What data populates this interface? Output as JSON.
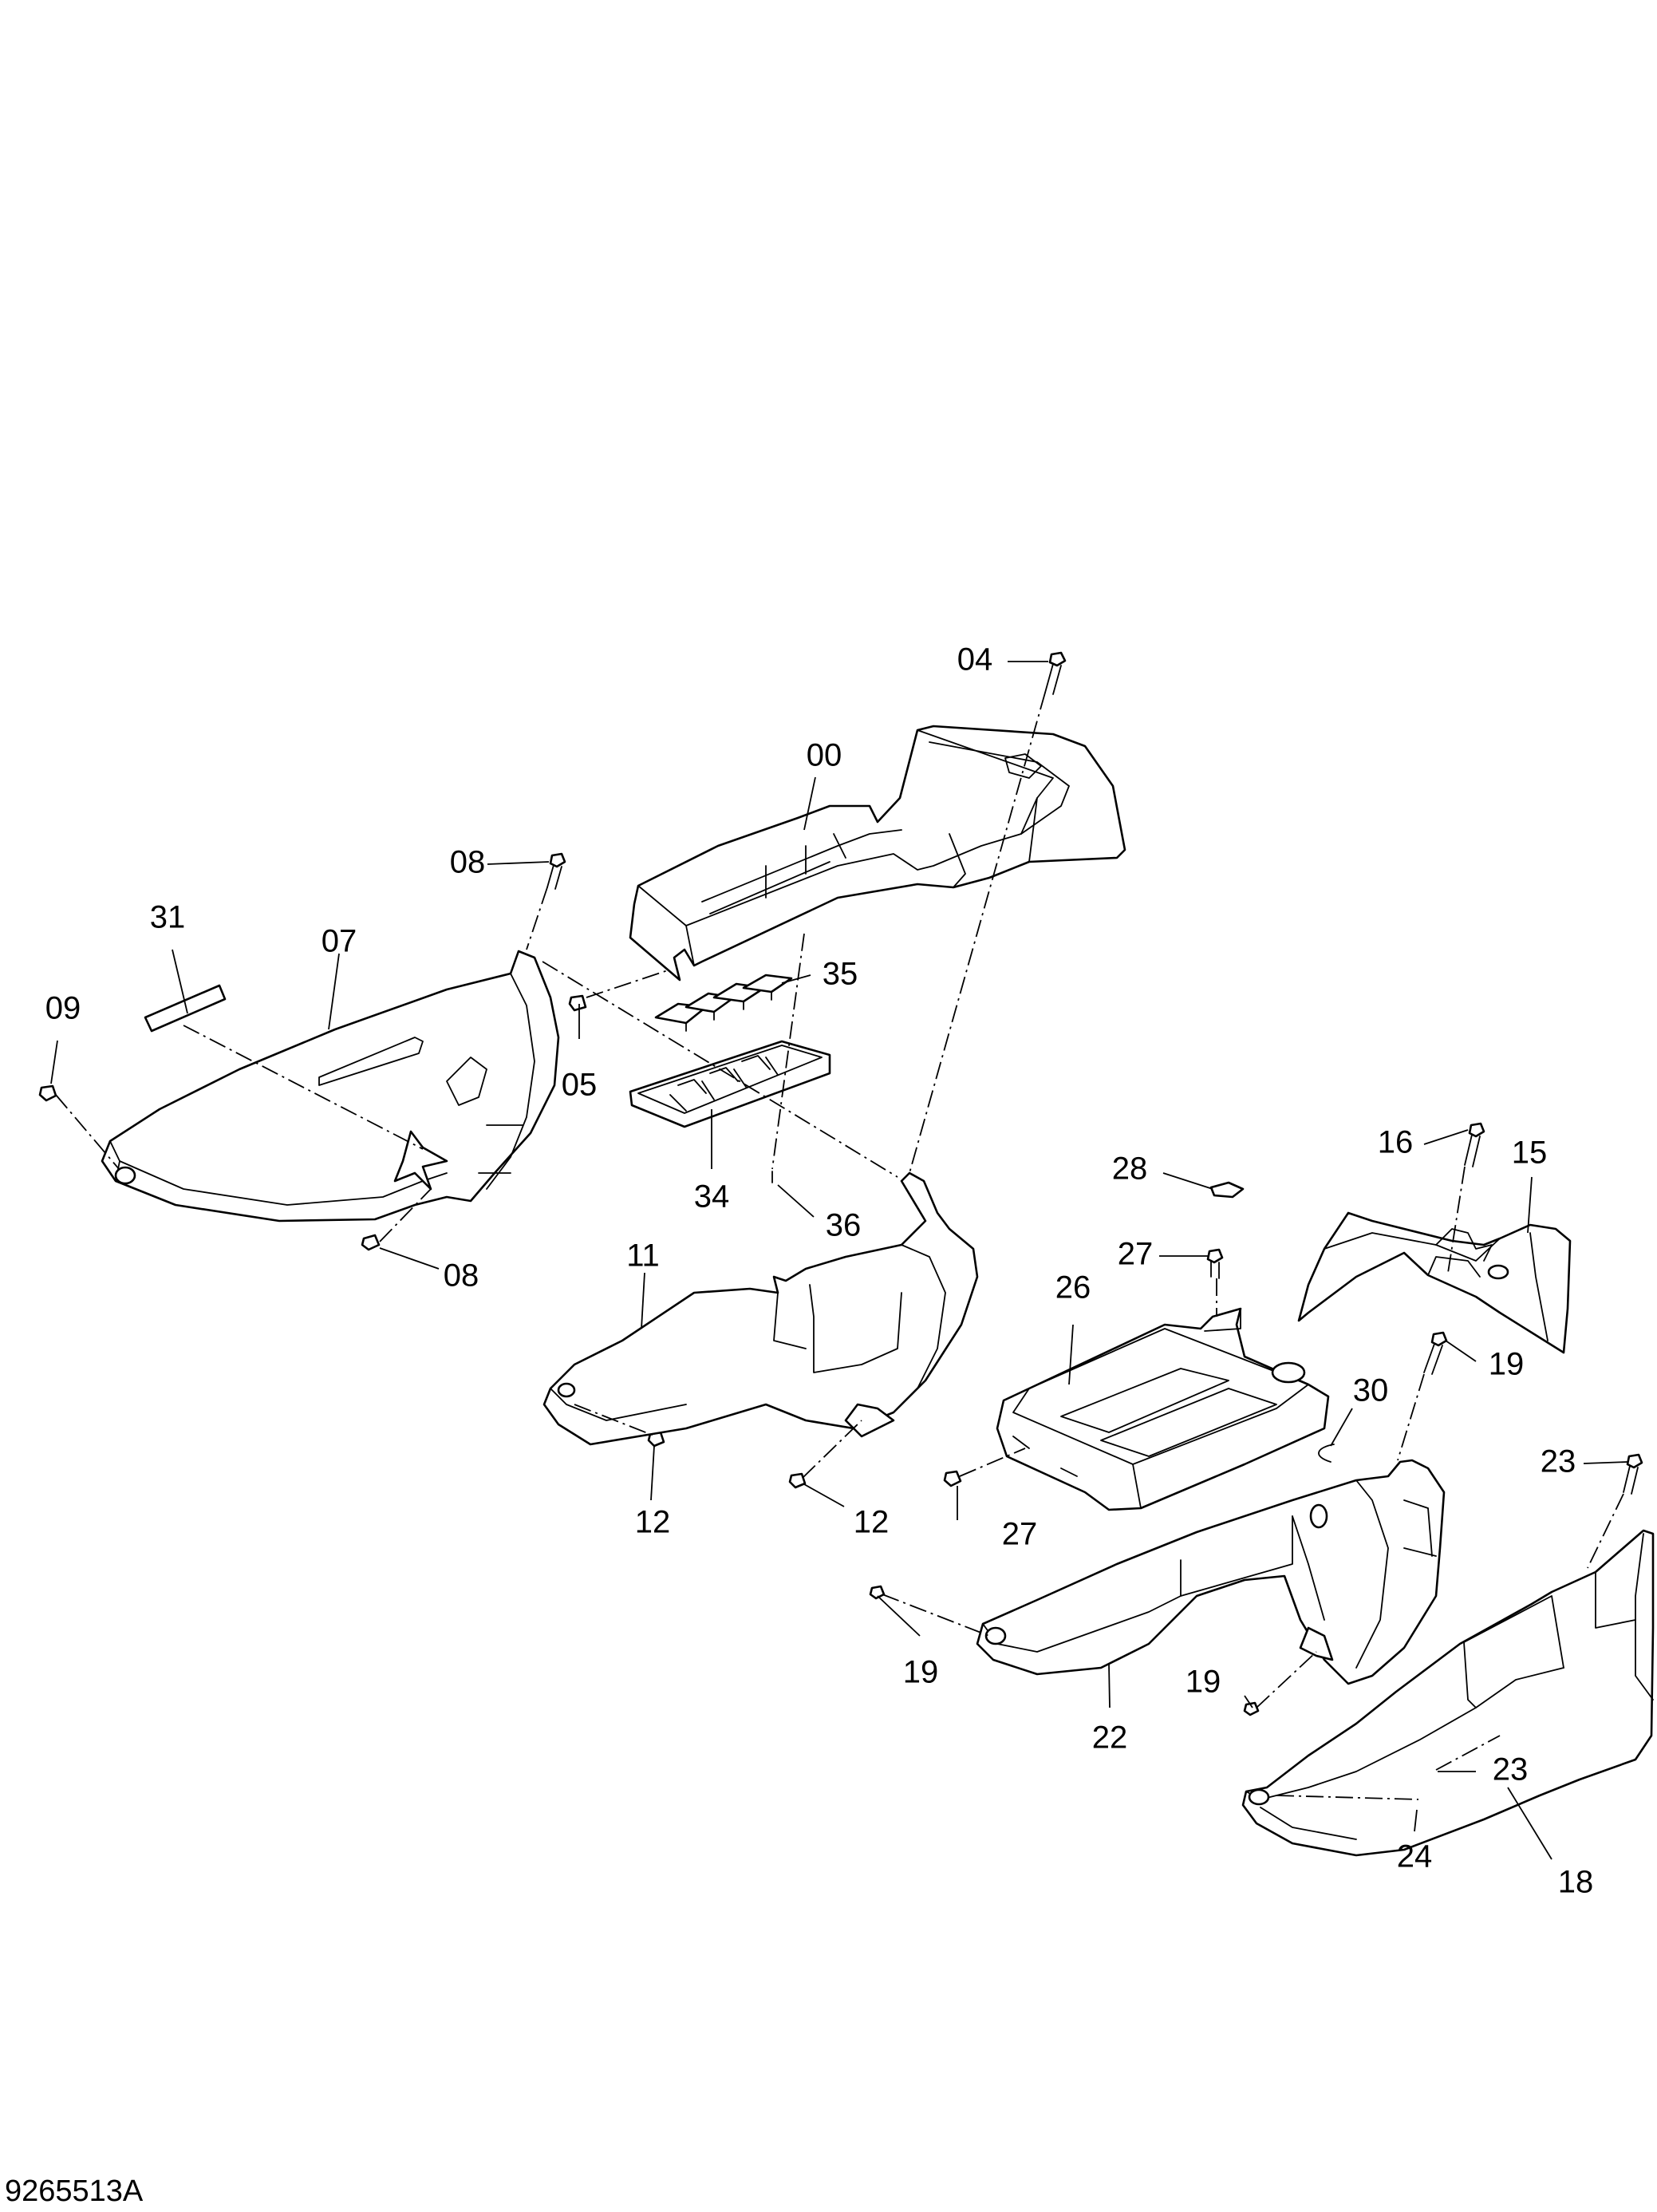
{
  "figure_id": "9265513A",
  "callouts": {
    "c00": "00",
    "c04": "04",
    "c05": "05",
    "c07": "07",
    "c08a": "08",
    "c08b": "08",
    "c09": "09",
    "c11": "11",
    "c12a": "12",
    "c12b": "12",
    "c15": "15",
    "c16": "16",
    "c18": "18",
    "c19a": "19",
    "c19b": "19",
    "c19c": "19",
    "c22": "22",
    "c23a": "23",
    "c23b": "23",
    "c24": "24",
    "c26": "26",
    "c27a": "27",
    "c27b": "27",
    "c28": "28",
    "c30": "30",
    "c31": "31",
    "c34": "34",
    "c35": "35",
    "c36": "36"
  }
}
